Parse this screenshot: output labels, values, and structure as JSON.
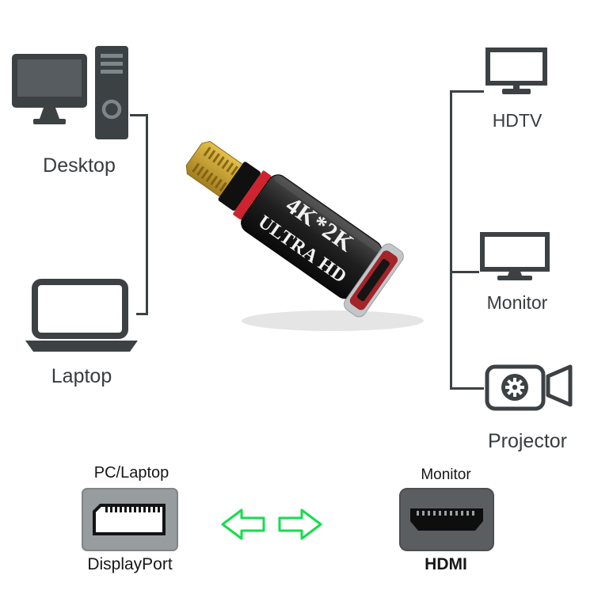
{
  "adapter": {
    "text_line1": "4K*2K",
    "text_line2": "ULTRA HD",
    "body_color": "#1e1e1e",
    "ring_color": "#cf2430",
    "plug_color": "#c9a22f",
    "end_face_color": "#a3242a"
  },
  "source_devices": {
    "items": [
      {
        "label": "Desktop",
        "icon": "desktop-computer-icon"
      },
      {
        "label": "Laptop",
        "icon": "laptop-icon"
      }
    ]
  },
  "output_devices": {
    "items": [
      {
        "label": "HDTV",
        "icon": "hdtv-icon"
      },
      {
        "label": "Monitor",
        "icon": "monitor-display-icon"
      },
      {
        "label": "Projector",
        "icon": "projector-icon"
      }
    ]
  },
  "ports": {
    "displayport": {
      "device_label": "PC/Laptop",
      "port_label": "DisplayPort",
      "icon": "displayport-port-icon"
    },
    "hdmi": {
      "device_label": "Monitor",
      "port_label": "HDMI",
      "icon": "hdmi-port-icon"
    }
  },
  "colors": {
    "icon_line": "#3c4144",
    "arrow_green": "#12df4b",
    "background": "#ffffff"
  }
}
